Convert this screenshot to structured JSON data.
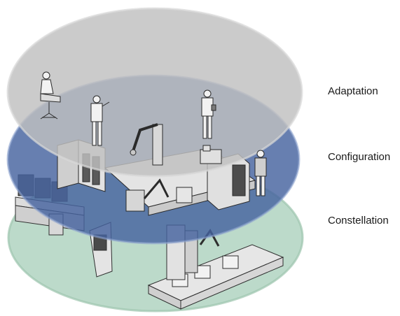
{
  "layers": [
    {
      "label": "Adaptation",
      "color": "#c4c4c4"
    },
    {
      "label": "Configuration",
      "color": "#46639f"
    },
    {
      "label": "Constellation",
      "color": "#a8cfbb"
    }
  ],
  "scene_icons": [
    "seated-worker-icon",
    "standing-worker-icon",
    "tablet-user-icon",
    "control-desk-icon",
    "server-rack-icon",
    "robot-arm-icon",
    "conveyor-belt-icon",
    "kiosk-terminal-icon",
    "machine-cabinet-icon"
  ]
}
